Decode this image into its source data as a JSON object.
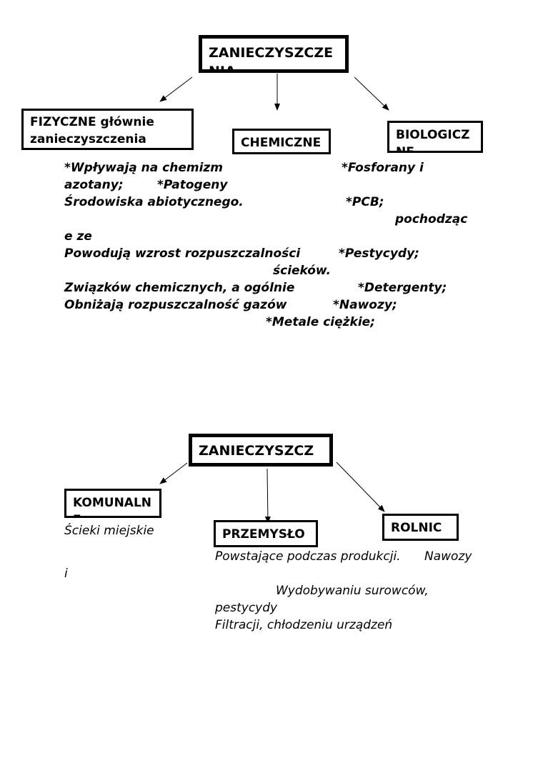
{
  "diagram1": {
    "root": "ZANIECZYSZCZENIA",
    "children": [
      "FIZYCZNE głównie zanieczyszczenia",
      "CHEMICZNE",
      "BIOLOGICZNE"
    ],
    "lines": [
      "*Wpływają na chemizm",
      "*Fosforany i",
      "azotany;",
      "*Patogeny",
      "Środowiska abiotycznego.",
      "*PCB;",
      "pochodząc",
      "e ze",
      "Powodują wzrost rozpuszczalności",
      "*Pestycydy;",
      "ścieków.",
      "Związków chemicznych, a ogólnie",
      "*Detergenty;",
      "Obniżają rozpuszczalność gazów",
      "*Nawozy;",
      "*Metale ciężkie;"
    ]
  },
  "diagram2": {
    "root": "ZANIECZYSZCZENIA",
    "children": [
      "KOMUNALNE",
      "PRZEMYSŁOWE",
      "ROLNICZE"
    ],
    "lines": [
      "Ścieki miejskie",
      "Powstające podczas produkcji.",
      "Nawozy",
      "i",
      "Wydobywaniu surowców,",
      "pestycydy",
      "Filtracji, chłodzeniu urządzeń"
    ]
  }
}
